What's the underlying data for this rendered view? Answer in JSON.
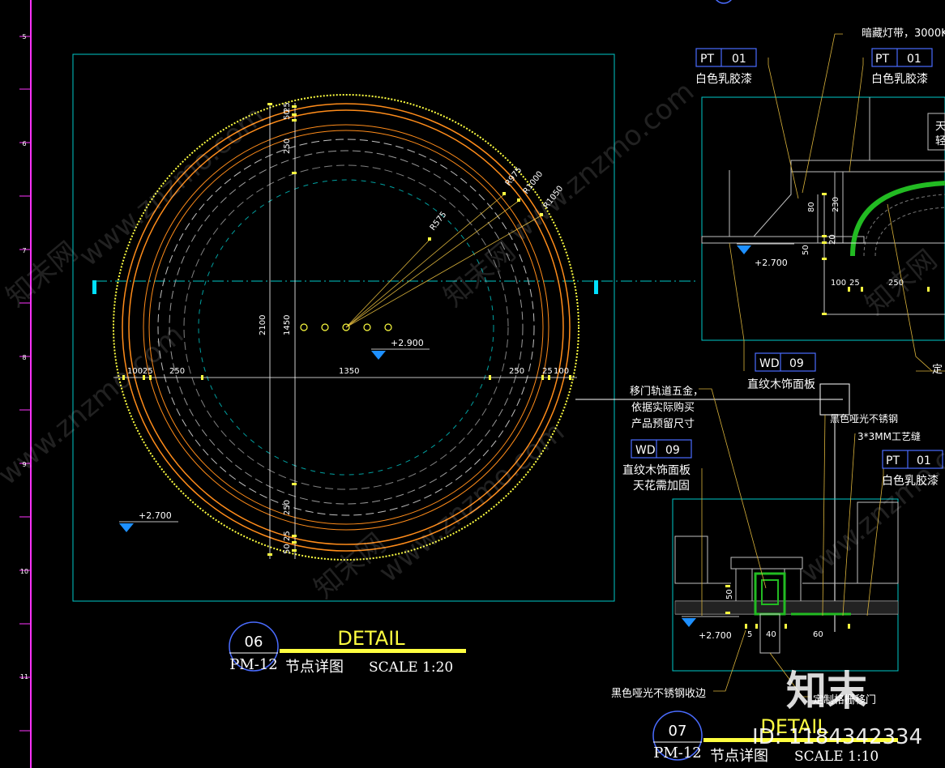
{
  "colors": {
    "background": "#000000",
    "frame": "#00c8c8",
    "circle_outer": "#ff8c1a",
    "dashed_ring": "#c0c0c0",
    "dim_yellow": "#ffff40",
    "leader": "#d9b23a",
    "tag_box": "#4a6cff",
    "level_marker": "#1e90ff",
    "ruler": "#ff33ff",
    "green_arc": "#22bb22",
    "white_text": "#ffffff"
  },
  "ruler_ticks": [
    "5",
    "6",
    "7",
    "8",
    "9",
    "10",
    "11"
  ],
  "detail06": {
    "dims": {
      "top_50": "50",
      "top_25": "25",
      "top_250": "250",
      "bottom_250": "250",
      "bottom_25": "25",
      "bottom_50": "50",
      "h_100_left": "100",
      "h_25_left": "25",
      "h_250_left": "250",
      "h_1350": "1350",
      "h_250_right": "250",
      "h_25_right": "25",
      "h_100_right": "100",
      "v_2100": "2100",
      "v_1450": "1450"
    },
    "radii": [
      "R575",
      "R975",
      "R1000",
      "R1050"
    ],
    "level_center": "+2.900",
    "level_corner": "+2.700",
    "title": {
      "number": "06",
      "ref": "PM-12",
      "heading": "DETAIL",
      "caption": "节点详图",
      "scale": "SCALE 1:20"
    }
  },
  "detail_right_top": {
    "note_led": "暗藏灯带，3000K",
    "tag1_code": "PT",
    "tag1_num": "01",
    "tag1_desc": "白色乳胶漆",
    "tag2_code": "PT",
    "tag2_num": "01",
    "tag2_desc": "白色乳胶漆",
    "box_text_1": "天",
    "box_text_2": "轻",
    "dims": {
      "d80": "80",
      "d230": "230",
      "d50": "50",
      "d20": "20",
      "d100": "100",
      "d25": "25",
      "d250": "250"
    },
    "level": "+2.700",
    "tag3_code": "WD",
    "tag3_num": "09",
    "tag3_desc": "直纹木饰面板",
    "note_right": "定"
  },
  "detail07": {
    "note_track_1": "移门轨道五金，",
    "note_track_2": "依据实际购买",
    "note_track_3": "产品预留尺寸",
    "tag_wd_code": "WD",
    "tag_wd_num": "09",
    "tag_wd_desc_1": "直纹木饰面板",
    "tag_wd_desc_2": "天花需加固",
    "note_steel": "黑色哑光不锈钢",
    "note_groove": "3*3MM工艺缝",
    "tag_pt_code": "PT",
    "tag_pt_num": "01",
    "tag_pt_desc": "白色乳胶漆",
    "dims": {
      "d50": "50",
      "d5": "5",
      "d40": "40",
      "d60": "60"
    },
    "level": "+2.700",
    "note_edge": "黑色哑光不锈钢收边",
    "note_door": "定制格栅移门",
    "title": {
      "number": "07",
      "ref": "PM-12",
      "heading": "DETAIL",
      "caption": "节点详图",
      "scale": "SCALE 1:10"
    }
  },
  "watermarks": {
    "site": "www.znzmo.com",
    "cn": "知末网",
    "logo_cn": "知末",
    "id_text": "ID: 1184342334"
  }
}
